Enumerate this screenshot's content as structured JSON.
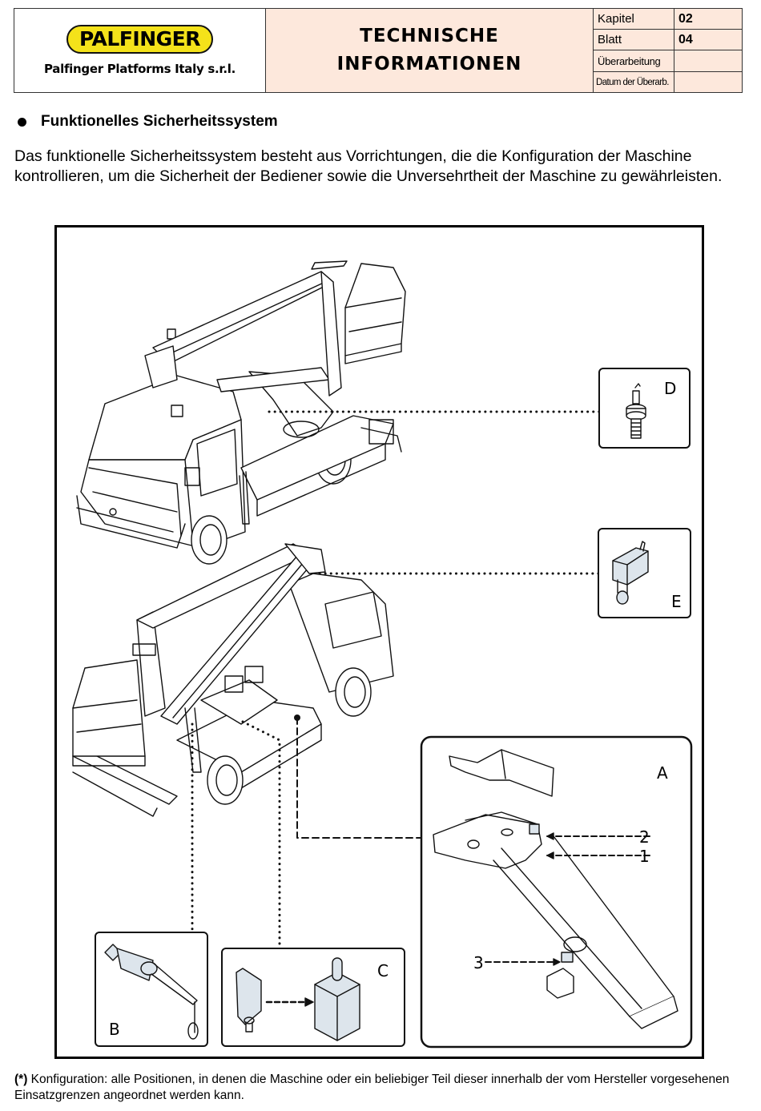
{
  "header": {
    "logo_brand": "PALFINGER",
    "logo_company": "Palfinger Platforms Italy s.r.l.",
    "title_line1": "TECHNISCHE",
    "title_line2": "INFORMATIONEN",
    "meta": [
      {
        "label": "Kapitel",
        "value": "02"
      },
      {
        "label": "Blatt",
        "value": "04"
      },
      {
        "label": "Überarbeitung",
        "value": ""
      },
      {
        "label": "Datum der Überarb.",
        "value": ""
      }
    ],
    "colors": {
      "title_bg": "#fde8dc",
      "logo_yellow": "#f4e21a"
    }
  },
  "section": {
    "title": "Funktionelles Sicherheitssystem",
    "intro": "Das funktionelle Sicherheitssystem besteht aus Vorrichtungen, die die Konfiguration der Maschine kontrollieren, um die Sicherheit der Bediener sowie die Unversehrtheit der Maschine zu gewährleisten."
  },
  "figure": {
    "description": "Truck-mounted aerial work platform with safety devices",
    "callouts": [
      {
        "id": "D",
        "label": "D",
        "component": "sensor-pin"
      },
      {
        "id": "E",
        "label": "E",
        "component": "limit-switch"
      },
      {
        "id": "A",
        "label": "A",
        "component": "boom-assembly"
      },
      {
        "id": "B",
        "label": "B",
        "component": "limit-switch-with-wire"
      },
      {
        "id": "C",
        "label": "C",
        "component": "magnet-sensor"
      }
    ],
    "detail_a_numbers": [
      "1",
      "2",
      "3"
    ]
  },
  "footnote": {
    "marker": "(*)",
    "text": " Konfiguration: alle Positionen, in denen die Maschine oder ein beliebiger Teil dieser innerhalb der vom Hersteller vorgesehenen Einsatzgrenzen angeordnet werden kann."
  }
}
